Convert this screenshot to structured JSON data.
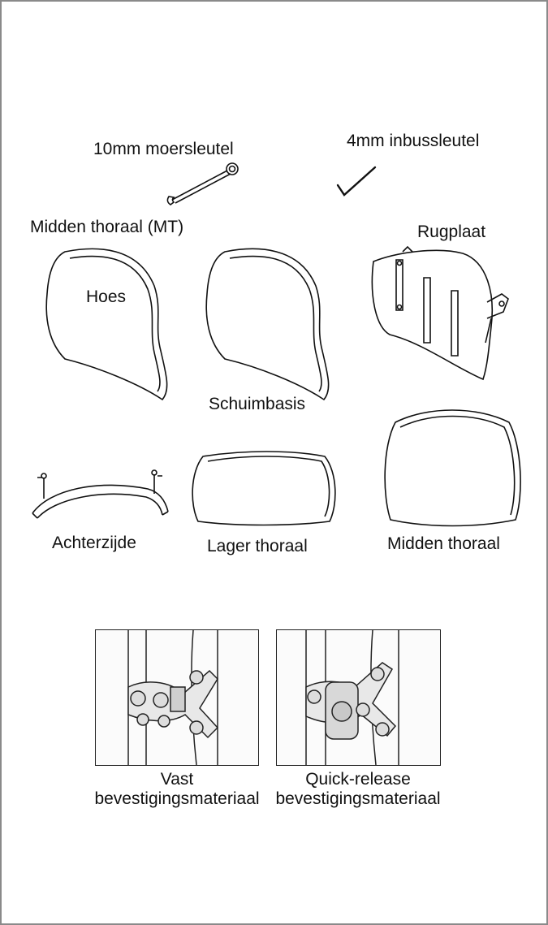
{
  "tools": {
    "wrench_label": "10mm moersleutel",
    "hex_key_label": "4mm inbussleutel"
  },
  "section_title": "Midden thoraal (MT)",
  "components": {
    "cover_label": "Hoes",
    "back_plate_label": "Rugplaat",
    "foam_base_label": "Schuimbasis",
    "rear_label": "Achterzijde",
    "lower_thoracic_label": "Lager thoraal",
    "mid_thoracic_label": "Midden thoraal"
  },
  "hardware": {
    "fixed_line1": "Vast",
    "fixed_line2": "bevestigingsmateriaal",
    "quick_line1": "Quick-release",
    "quick_line2": "bevestigingsmateriaal"
  },
  "colors": {
    "border": "#8a8a8a",
    "ink": "#111111"
  }
}
